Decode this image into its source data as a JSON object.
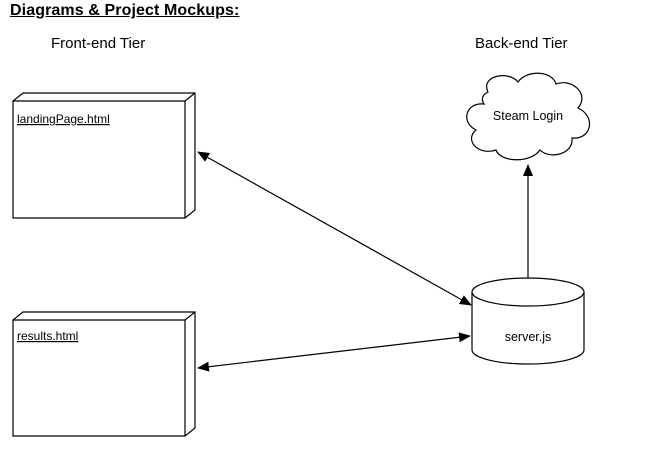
{
  "heading": "Diagrams & Project Mockups:",
  "tiers": {
    "frontend": "Front-end Tier",
    "backend": "Back-end Tier"
  },
  "nodes": {
    "landing_page": "landingPage.html",
    "results": "results.html",
    "steam_login": "Steam Login",
    "server": "server.js"
  },
  "colors": {
    "stroke": "#000000",
    "fill": "#ffffff",
    "text": "#000000"
  }
}
